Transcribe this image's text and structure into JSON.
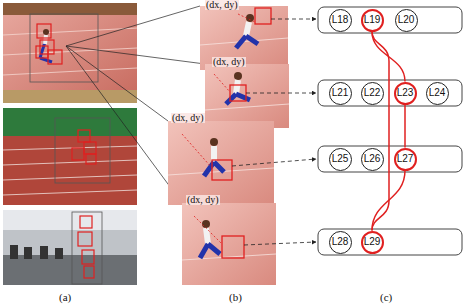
{
  "diagram": {
    "nodes": [
      {
        "text": [
          "L18"
        ]
      },
      {
        "text": [
          "L19"
        ]
      },
      {
        "text": [
          "L20"
        ]
      },
      {
        "text": [
          "L21"
        ]
      },
      {
        "text": [
          "L22"
        ]
      },
      {
        "text": [
          "L23"
        ]
      },
      {
        "text": [
          "L24"
        ]
      },
      {
        "text": [
          "L25"
        ]
      },
      {
        "text": [
          "L26"
        ]
      },
      {
        "text": [
          "L27"
        ]
      },
      {
        "text": [
          "L28"
        ]
      },
      {
        "text": [
          "L29"
        ]
      }
    ],
    "edges": [
      {
        "from": 1,
        "to": 5,
        "arrow": "none"
      },
      {
        "from": 5,
        "to": 9,
        "arrow": "none"
      },
      {
        "from": 9,
        "to": 11,
        "arrow": "none"
      },
      {
        "from": 1,
        "to": 11,
        "arrow": "none"
      }
    ],
    "labels": [
      "(dx, dy)",
      "(dx, dy)",
      "(dx, dy)",
      "(dx, dy)",
      "(a)",
      "(b)",
      "(c)"
    ]
  }
}
